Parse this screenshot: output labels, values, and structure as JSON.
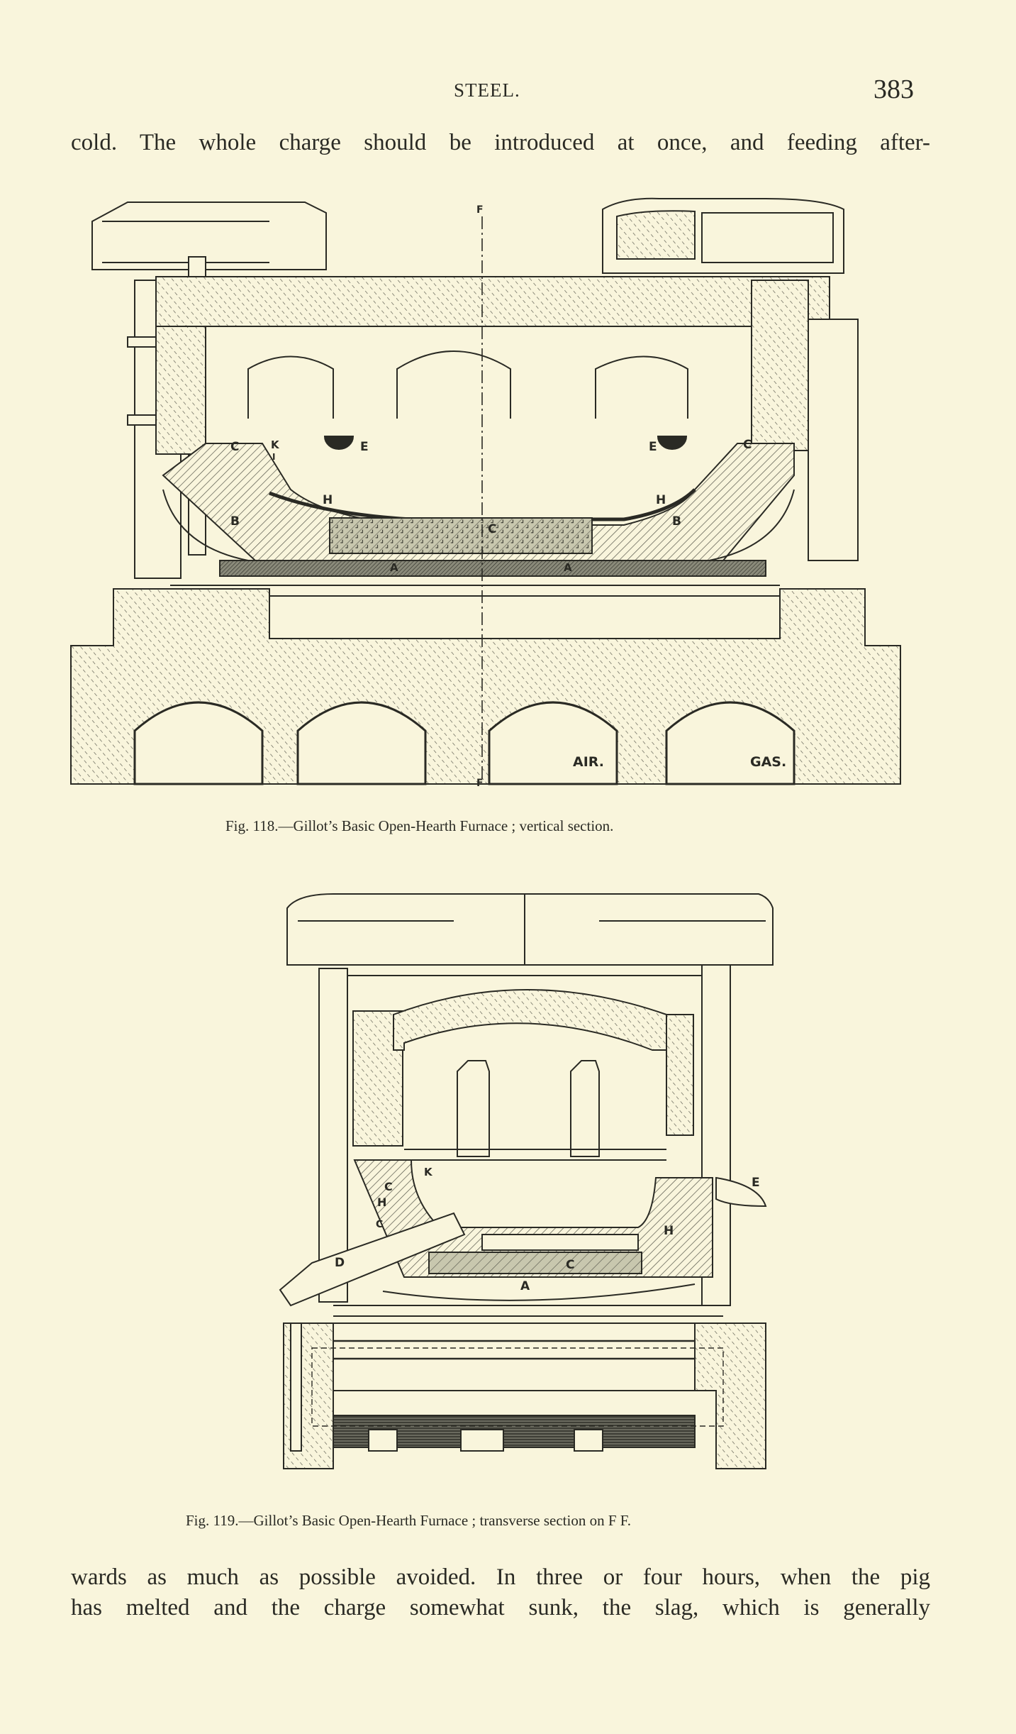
{
  "header": {
    "running_title": "STEEL.",
    "page_number": "383"
  },
  "body": {
    "top_line": "cold.  The whole charge should be introduced at once, and feeding after-",
    "bottom_lines": [
      "wards as much as possible avoided.   In three or four hours, when the pig",
      "has melted and the charge somewhat sunk, the slag, which is generally"
    ]
  },
  "figures": [
    {
      "id": "fig-118",
      "caption": "Fig. 118.—Gillot’s Basic Open-Hearth Furnace ; vertical section.",
      "labels": {
        "section_mark_top": "F",
        "section_mark_bottom": "F",
        "A": "A",
        "B": "B",
        "C": "C",
        "E": "E",
        "H": "H",
        "I": "I",
        "K": "K",
        "air": "AIR.",
        "gas": "GAS."
      }
    },
    {
      "id": "fig-119",
      "caption": "Fig. 119.—Gillot’s Basic Open-Hearth Furnace ; transverse section on F F.",
      "labels": {
        "A": "A",
        "C": "C",
        "D": "D",
        "E": "E",
        "H": "H",
        "K": "K"
      }
    }
  ],
  "colors": {
    "paper": "#f9f5dc",
    "ink": "#2a2a24"
  }
}
